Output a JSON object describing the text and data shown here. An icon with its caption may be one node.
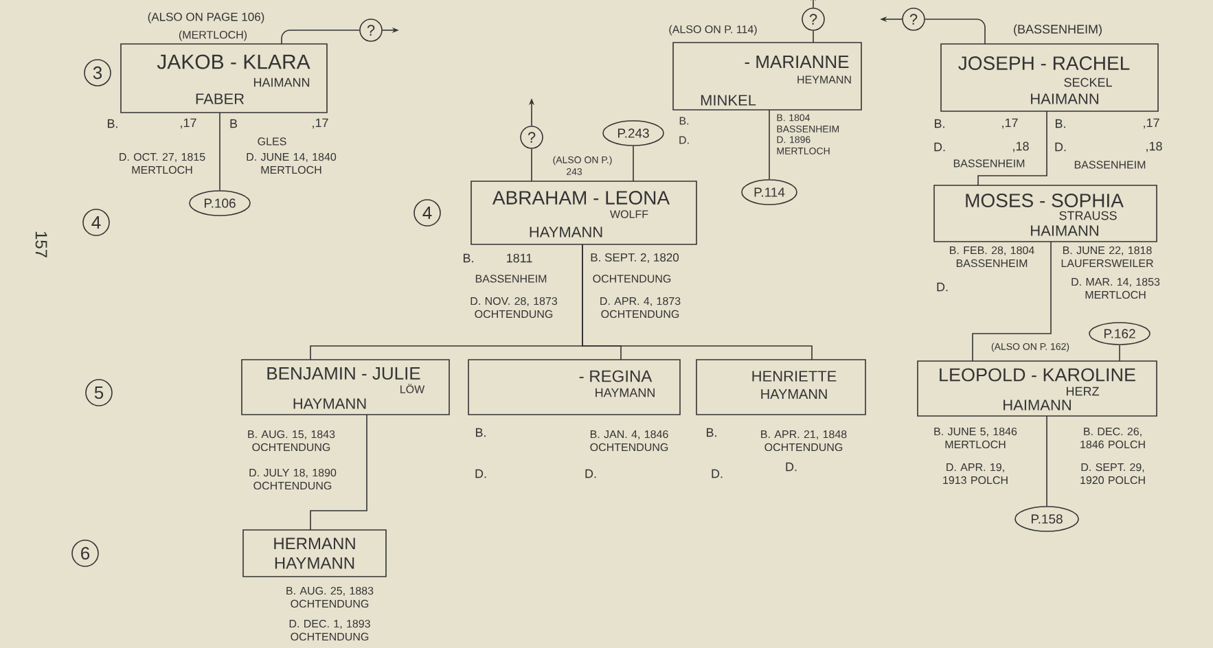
{
  "diagram": {
    "nodes": [
      {
        "text": [
          "JAKOB - KLARA",
          "HAIMANN",
          "FABER"
        ],
        "beside": [
          "(ALSO ON PAGE 106)",
          "(MERTLOCH)",
          "B.",
          ",17",
          "B",
          ",17",
          "D. OCT. 27, 1815 MERTLOCH",
          "GLES",
          "D. JUNE 14, 1840 MERTLOCH"
        ]
      },
      {
        "text": [
          "?"
        ]
      },
      {
        "text": [
          "P.106"
        ]
      },
      {
        "text": [
          "- MARIANNE",
          "HEYMANN",
          "MINKEL"
        ],
        "beside": [
          "(ALSO ON P. 114)",
          "B.",
          "D.",
          "B. 1804 BASSENHEIM",
          "D. 1896 MERTLOCH"
        ]
      },
      {
        "text": [
          "?"
        ]
      },
      {
        "text": [
          "P.114"
        ]
      },
      {
        "text": [
          "JOSEPH - RACHEL",
          "SECKEL",
          "HAIMANN"
        ],
        "beside": [
          "(BASSENHEIM)",
          "B.",
          ",17",
          "B.",
          ",17",
          "D.",
          ",18",
          "BASSENHEIM",
          "D.",
          ",18",
          "BASSENHEIM"
        ]
      },
      {
        "text": [
          "?"
        ]
      },
      {
        "text": [
          "MOSES - SOPHIA",
          "STRAUSS",
          "HAIMANN"
        ],
        "beside": [
          "B. FEB. 28, 1804 BASSENHEIM",
          "D.",
          "B. JUNE 22, 1818 LAUFERSWEILER",
          "D. MAR. 14, 1853 MERTLOCH"
        ]
      },
      {
        "text": [
          "ABRAHAM - LEONA",
          "WOLFF",
          "HAYMANN"
        ],
        "beside": [
          "(ALSO ON P.)",
          "243",
          "B.",
          "1811",
          "BASSENHEIM",
          "D. NOV. 28, 1873 OCHTENDUNG",
          "B. SEPT. 2, 1820",
          "OCHTENDUNG",
          "D. APR. 4, 1873 OCHTENDUNG"
        ]
      },
      {
        "text": [
          "?"
        ]
      },
      {
        "text": [
          "P.243"
        ]
      },
      {
        "text": [
          "BENJAMIN - JULIE",
          "LÖW",
          "HAYMANN"
        ],
        "beside": [
          "B. AUG. 15, 1843 OCHTENDUNG",
          "D. JULY 18, 1890 OCHTENDUNG"
        ]
      },
      {
        "text": [
          "- REGINA",
          "HAYMANN"
        ],
        "beside": [
          "B.",
          "B. JAN. 4, 1846 OCHTENDUNG",
          "D.",
          "D."
        ]
      },
      {
        "text": [
          "HENRIETTE",
          "HAYMANN"
        ],
        "beside": [
          "B.",
          "B. APR. 21, 1848 OCHTENDUNG",
          "D.",
          "D."
        ]
      },
      {
        "text": [
          "LEOPOLD - KAROLINE",
          "HERZ",
          "HAIMANN"
        ],
        "beside": [
          "(ALSO ON P. 162)",
          "B. JUNE 5, 1846 MERTLOCH",
          "D. APR. 19, 1913 POLCH",
          "B. DEC. 26, 1846 POLCH",
          "D. SEPT. 29, 1920 POLCH"
        ]
      },
      {
        "text": [
          "P.162"
        ]
      },
      {
        "text": [
          "P.158"
        ]
      },
      {
        "text": [
          "HERMANN HAYMANN"
        ],
        "beside": [
          "B. AUG. 25, 1883 OCHTENDUNG",
          "D. DEC. 1, 1893 OCHTENDUNG"
        ]
      },
      {
        "text": [
          "3"
        ]
      },
      {
        "text": [
          "4"
        ]
      },
      {
        "text": [
          "4"
        ]
      },
      {
        "text": [
          "5"
        ]
      },
      {
        "text": [
          "6"
        ]
      }
    ],
    "edges": [
      {
        "from": 0,
        "to": 2,
        "arrow": "none"
      },
      {
        "from": 0,
        "to": 1,
        "arrow": "none"
      },
      {
        "from": 1,
        "to": null,
        "arrow": "to"
      },
      {
        "from": 3,
        "to": 5,
        "arrow": "none"
      },
      {
        "from": 3,
        "to": 4,
        "arrow": "none"
      },
      {
        "from": 4,
        "to": null,
        "arrow": "to"
      },
      {
        "from": 6,
        "to": 7,
        "arrow": "none"
      },
      {
        "from": 7,
        "to": null,
        "arrow": "to"
      },
      {
        "from": 6,
        "to": 8,
        "arrow": "none"
      },
      {
        "from": 9,
        "to": 10,
        "arrow": "none"
      },
      {
        "from": 10,
        "to": null,
        "arrow": "to"
      },
      {
        "from": 9,
        "to": 11,
        "arrow": "none"
      },
      {
        "from": 9,
        "to": 12,
        "arrow": "none"
      },
      {
        "from": 9,
        "to": 13,
        "arrow": "none"
      },
      {
        "from": 9,
        "to": 14,
        "arrow": "none"
      },
      {
        "from": 8,
        "to": 15,
        "arrow": "none"
      },
      {
        "from": 15,
        "to": 16,
        "arrow": "none"
      },
      {
        "from": 15,
        "to": 17,
        "arrow": "none"
      },
      {
        "from": 12,
        "to": 18,
        "arrow": "none"
      }
    ],
    "labels": [
      "157"
    ]
  }
}
